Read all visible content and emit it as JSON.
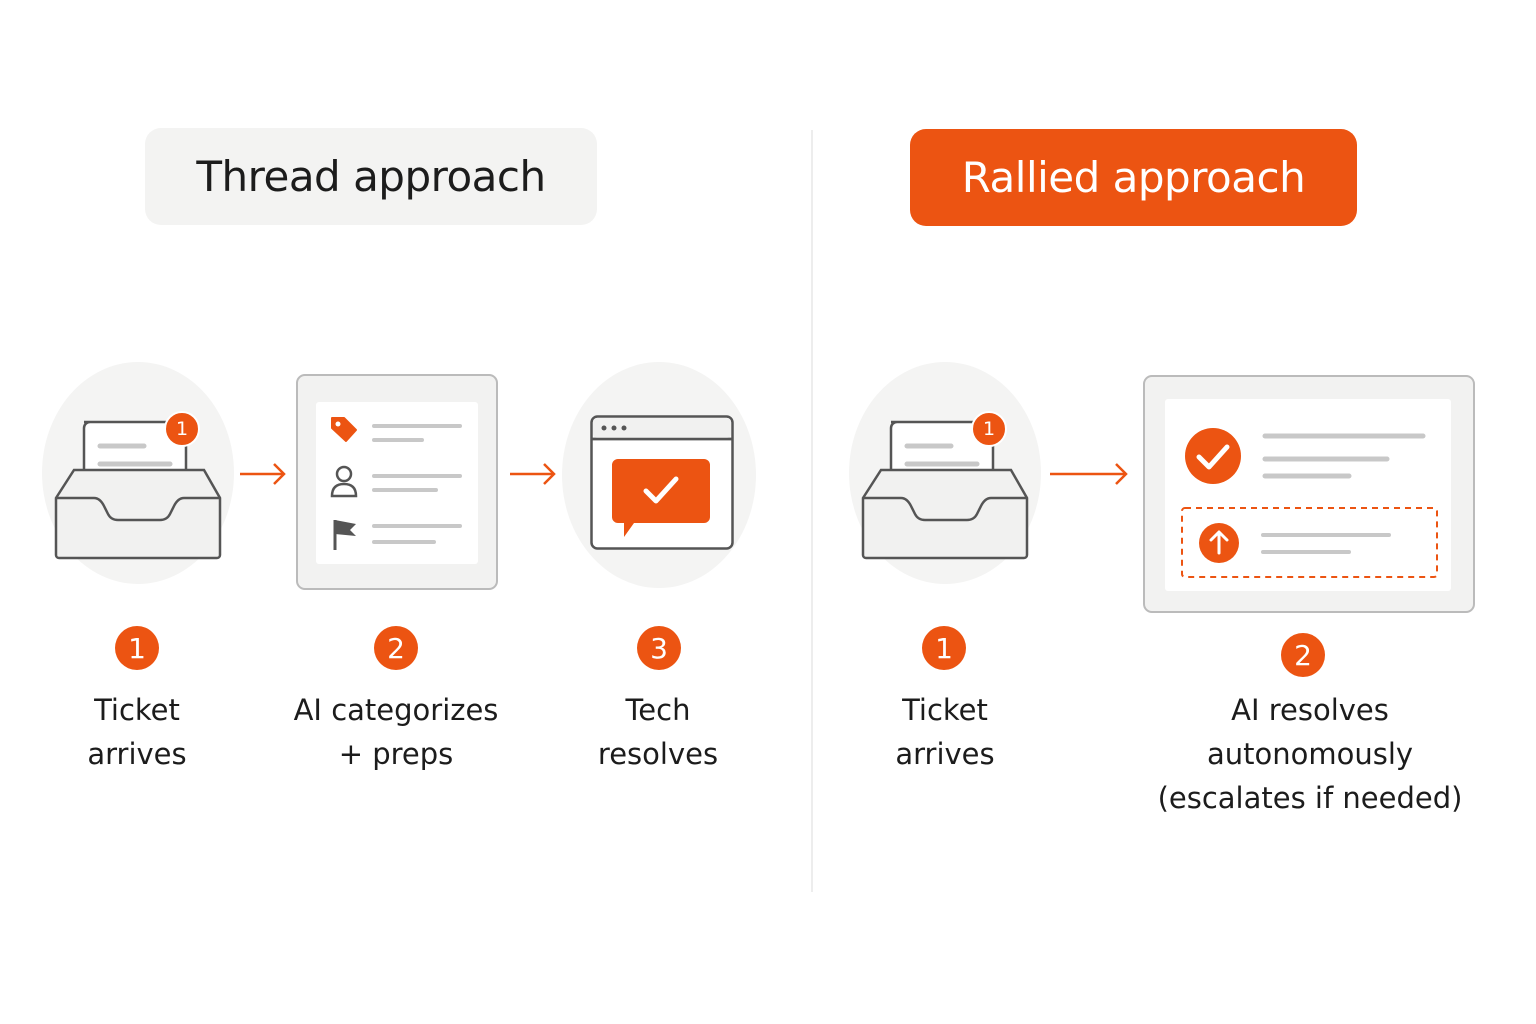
{
  "left": {
    "title": "Thread approach",
    "steps": [
      {
        "number": "1",
        "label": "Ticket\narrives",
        "badge": "1",
        "icon": "inbox-tray-icon"
      },
      {
        "number": "2",
        "label": "AI categorizes\n+ preps",
        "icon": "categorize-checklist-icon"
      },
      {
        "number": "3",
        "label": "Tech\nresolves",
        "icon": "browser-chat-check-icon"
      }
    ]
  },
  "right": {
    "title": "Rallied approach",
    "steps": [
      {
        "number": "1",
        "label": "Ticket\narrives",
        "badge": "1",
        "icon": "inbox-tray-icon"
      },
      {
        "number": "2",
        "label": "AI resolves autonomously\n(escalates if needed)",
        "icon": "resolve-escalate-panel-icon"
      }
    ]
  },
  "colors": {
    "accent": "#ec5412",
    "outline": "#555555",
    "muted": "#c8c8c8",
    "pill_neutral": "#f3f3f2"
  }
}
